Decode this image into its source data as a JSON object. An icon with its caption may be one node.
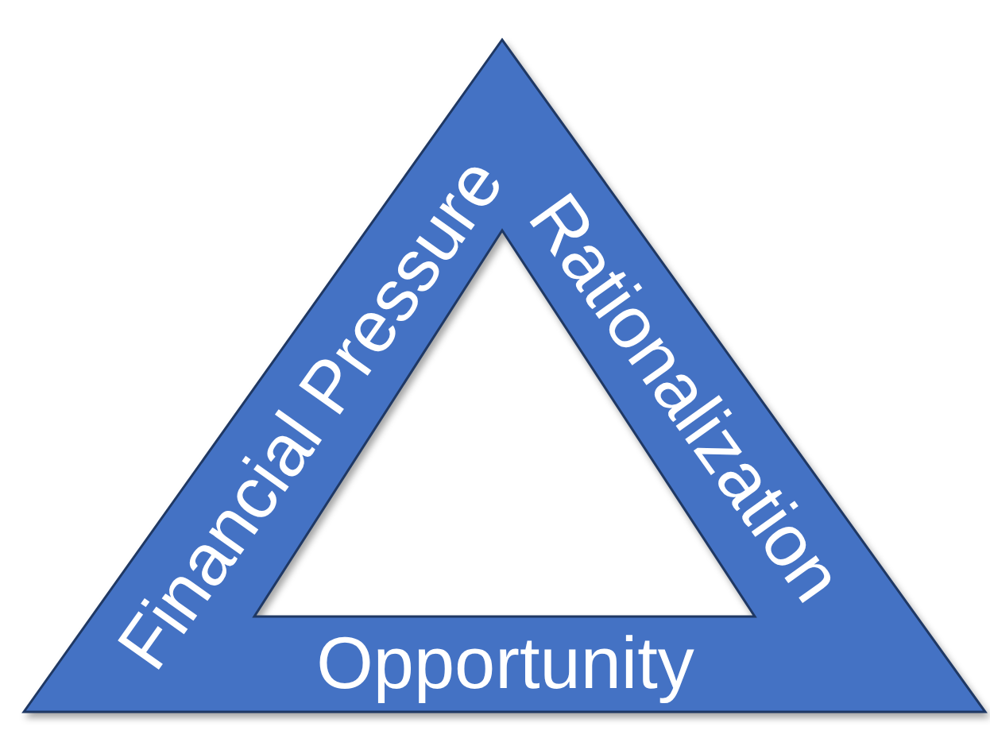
{
  "diagram": {
    "nodes": [
      {
        "text": [
          "Financial Pressure",
          "Rationalization",
          "Opportunity"
        ]
      }
    ]
  }
}
